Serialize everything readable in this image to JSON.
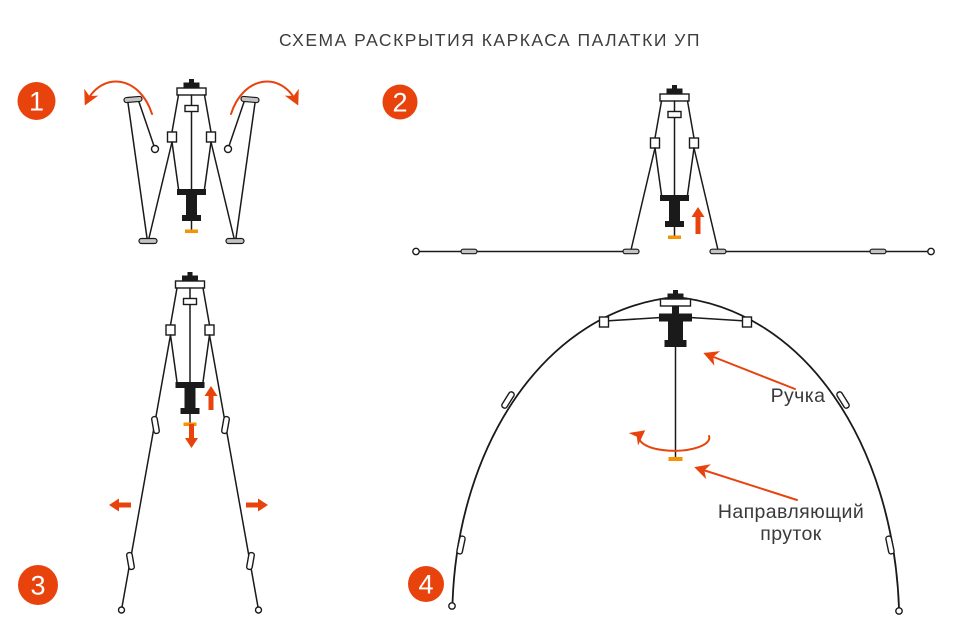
{
  "title": "СХЕМА РАСКРЫТИЯ КАРКАСА ПАЛАТКИ УП",
  "steps": [
    {
      "number": "1"
    },
    {
      "number": "2"
    },
    {
      "number": "3"
    },
    {
      "number": "4"
    }
  ],
  "labels": {
    "handle": "Ручка",
    "guide_rod_line1": "Направляющий",
    "guide_rod_line2": "пруток"
  },
  "colors": {
    "accent": "#e8430d",
    "guide_rod_orange": "#f59300",
    "frame_black": "#1a1a1a",
    "text_gray": "#3d3d3d",
    "connector_gray": "#c4c4c4"
  }
}
